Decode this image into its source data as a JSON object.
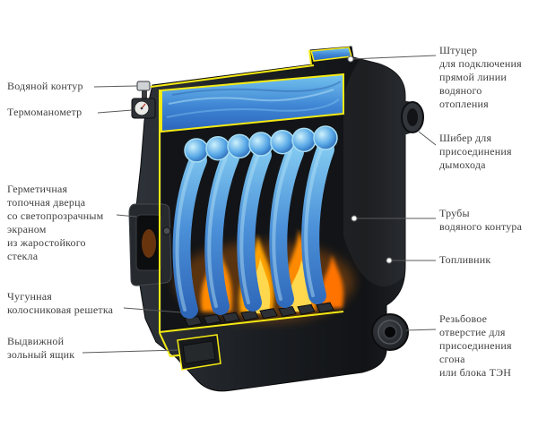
{
  "meta": {
    "description": "Cutaway technical diagram of a solid-fuel water-heating boiler with callout labels"
  },
  "colors": {
    "accent_yellow": "#f5ea14",
    "water_blue": "#3f86d4",
    "flame_orange": "#ff8a00",
    "body_dark": "#1e2125",
    "label_text": "#3f3f3f",
    "leader_line": "#5a5a5a"
  },
  "labels": {
    "left": [
      {
        "text": "Водяной контур"
      },
      {
        "text": "Термоманометр"
      },
      {
        "text": "Герметичная\nтопочная дверца\nсо светопрозрачным\nэкраном\nиз жаростойкого\nстекла"
      },
      {
        "text": "Чугунная\nколосниковая решетка"
      },
      {
        "text": "Выдвижной\nзольный ящик"
      }
    ],
    "right": [
      {
        "text": "Штуцер\nдля подключения\nпрямой линии\nводяного\nотопления"
      },
      {
        "text": "Шибер для\nприсоединения\nдымохода"
      },
      {
        "text": "Трубы\nводяного контура"
      },
      {
        "text": "Топливник"
      },
      {
        "text": "Резьбовое\nотверстие для\nприсоединения\nсгона\nили блока ТЭН"
      }
    ]
  }
}
